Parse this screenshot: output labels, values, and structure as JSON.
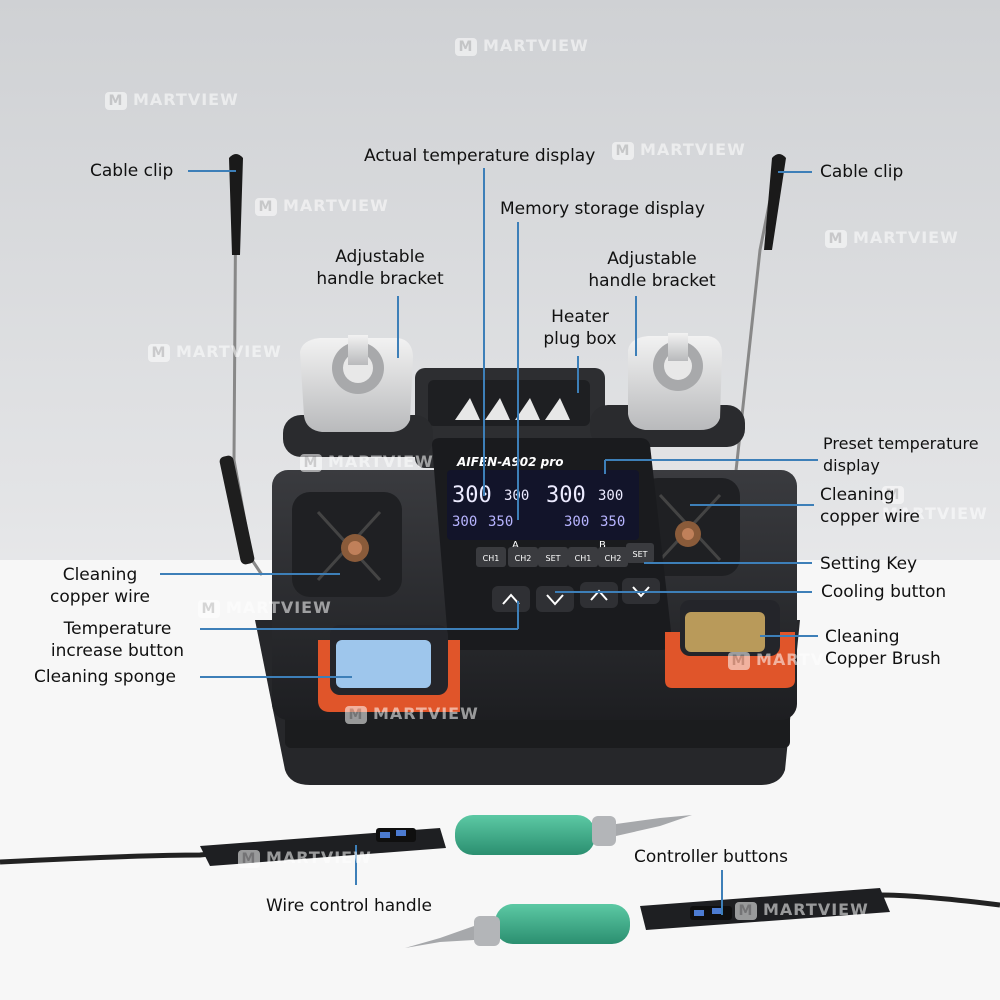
{
  "brand": {
    "model": "AIFEN-A902 pro",
    "watermark": "MARTVIEW",
    "watermark_mark": "M"
  },
  "display": {
    "ch_a_actual": "300",
    "ch_a_set": "300",
    "ch_b_actual": "300",
    "ch_b_set": "300",
    "mem_a_1": "300",
    "mem_a_2": "350",
    "mem_b_1": "300",
    "mem_b_2": "350",
    "side_a": "A",
    "side_b": "B"
  },
  "keys": [
    "CH1",
    "CH2",
    "SET",
    "CH1",
    "CH2",
    "SET"
  ],
  "labels": {
    "cable_clip_left": "Cable clip",
    "cable_clip_right": "Cable clip",
    "actual_temp": "Actual temperature display",
    "memory_storage": "Memory storage display",
    "handle_bracket_left": "Adjustable\nhandle bracket",
    "handle_bracket_right": "Adjustable\nhandle bracket",
    "heater_plug": "Heater\nplug box",
    "preset_temp": "Preset temperature\ndisplay",
    "cleaning_wire_right": "Cleaning\ncopper wire",
    "cleaning_wire_left": "Cleaning\ncopper wire",
    "setting_key": "Setting Key",
    "cooling_button": "Cooling button",
    "temp_increase": "Temperature\nincrease button",
    "cleaning_brush": "Cleaning\nCopper Brush",
    "cleaning_sponge": "Cleaning sponge",
    "controller_buttons": "Controller buttons",
    "wire_control": "Wire control handle"
  },
  "colors": {
    "pointer": "#3d7fb8",
    "station_body": "#2a2b2e",
    "accent_orange": "#e0552a",
    "grip_green": "#3fae8c",
    "display_bg": "#12142a",
    "display_text": "#e9e6ff"
  }
}
